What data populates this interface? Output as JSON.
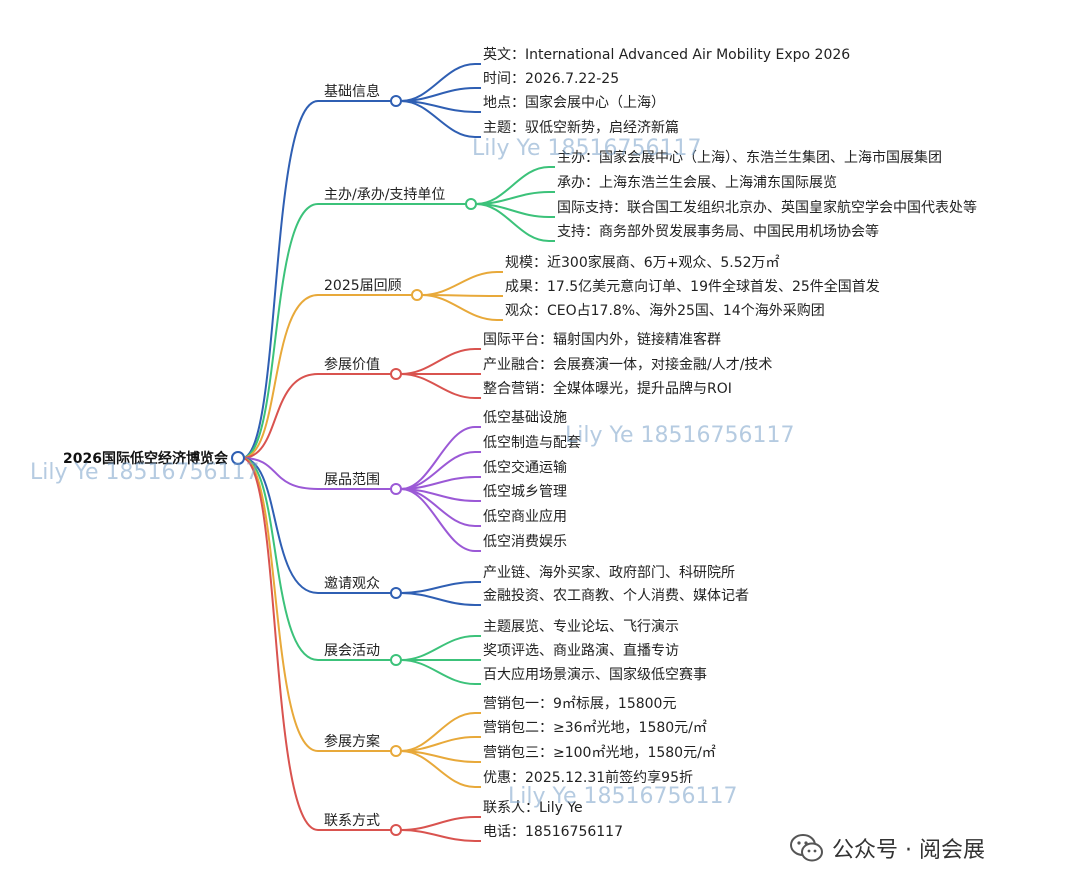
{
  "root": {
    "label": "2026国际低空经济博览会"
  },
  "branches": [
    {
      "label": "基础信息",
      "color": "#2f5fb3",
      "leaves": [
        "英文：International Advanced Air Mobility Expo 2026",
        "时间：2026.7.22-25",
        "地点：国家会展中心（上海）",
        "主题：驭低空新势，启经济新篇"
      ]
    },
    {
      "label": "主办/承办/支持单位",
      "color": "#3cc27a",
      "leaves": [
        "主办：国家会展中心（上海）、东浩兰生集团、上海市国展集团",
        "承办：上海东浩兰生会展、上海浦东国际展览",
        "国际支持：联合国工发组织北京办、英国皇家航空学会中国代表处等",
        "支持：商务部外贸发展事务局、中国民用机场协会等"
      ]
    },
    {
      "label": "2025届回顾",
      "color": "#e8a93a",
      "leaves": [
        "规模：近300家展商、6万+观众、5.52万㎡",
        "成果：17.5亿美元意向订单、19件全球首发、25件全国首发",
        "观众：CEO占17.8%、海外25国、14个海外采购团"
      ]
    },
    {
      "label": "参展价值",
      "color": "#d9534f",
      "leaves": [
        "国际平台：辐射国内外，链接精准客群",
        "产业融合：会展赛演一体，对接金融/人才/技术",
        "整合营销：全媒体曝光，提升品牌与ROI"
      ]
    },
    {
      "label": "展品范围",
      "color": "#9b59d6",
      "leaves": [
        "低空基础设施",
        "低空制造与配套",
        "低空交通运输",
        "低空城乡管理",
        "低空商业应用",
        "低空消费娱乐"
      ]
    },
    {
      "label": "邀请观众",
      "color": "#2f5fb3",
      "leaves": [
        "产业链、海外买家、政府部门、科研院所",
        "金融投资、农工商教、个人消费、媒体记者"
      ]
    },
    {
      "label": "展会活动",
      "color": "#3cc27a",
      "leaves": [
        "主题展览、专业论坛、飞行演示",
        "奖项评选、商业路演、直播专访",
        "百大应用场景演示、国家级低空赛事"
      ]
    },
    {
      "label": "参展方案",
      "color": "#e8a93a",
      "leaves": [
        "营销包一：9㎡标展，15800元",
        "营销包二：≥36㎡光地，1580元/㎡",
        "营销包三：≥100㎡光地，1580元/㎡",
        "优惠：2025.12.31前签约享95折"
      ]
    },
    {
      "label": "联系方式",
      "color": "#d9534f",
      "leaves": [
        "联系人：Lily Ye",
        "电话：18516756117"
      ]
    }
  ],
  "watermark": {
    "text": "Lily Ye 18516756117"
  },
  "footer": {
    "text": "公众号 · 阅会展"
  }
}
